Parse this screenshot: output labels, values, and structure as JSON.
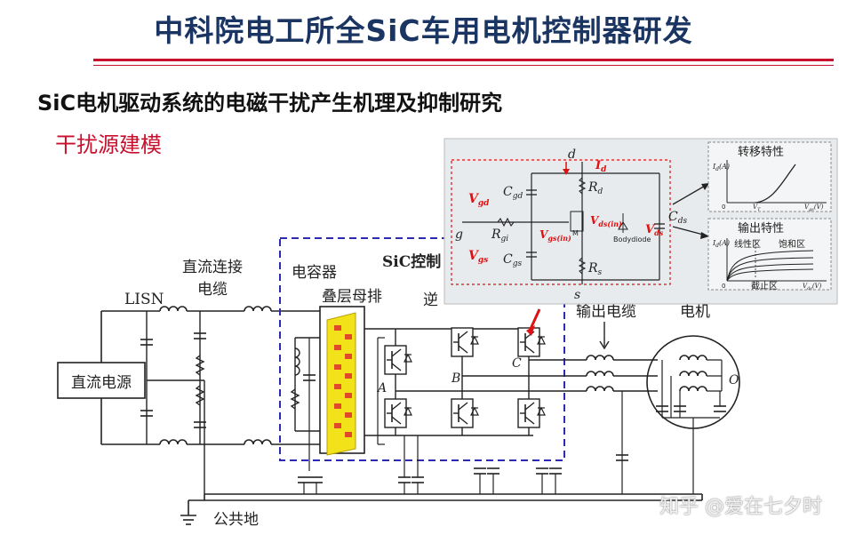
{
  "header": {
    "title": "中科院电工所全SiC车用电机控制器研发",
    "subtitle": "SiC电机驱动系统的电磁干扰产生机理及抑制研究",
    "section": "干扰源建模"
  },
  "diagram": {
    "lisn": "LISN",
    "dc_cable_line1": "直流连接",
    "dc_cable_line2": "电缆",
    "capacitor": "电容器",
    "busbar": "叠层母排",
    "sic_controller": "SiC控制",
    "inverter": "逆",
    "dc_source": "直流电源",
    "output_cable": "输出电缆",
    "motor": "电机",
    "ground": "公共地",
    "node_a": "A",
    "node_b": "B",
    "node_c": "C",
    "node_o": "O"
  },
  "inset": {
    "d": "d",
    "g": "g",
    "s": "s",
    "id": "I",
    "id_sub": "d",
    "cgd": "C",
    "cgd_sub": "gd",
    "cgs": "C",
    "cgs_sub": "gs",
    "cds": "C",
    "cds_sub": "ds",
    "rd": "R",
    "rd_sub": "d",
    "rs": "R",
    "rs_sub": "s",
    "rgi": "R",
    "rgi_sub": "gi",
    "vgd": "V",
    "vgd_sub": "gd",
    "vgs": "V",
    "vgs_sub": "gs",
    "vgsin": "V",
    "vgsin_sub": "gs(in)",
    "vdsin": "V",
    "vdsin_sub": "ds(in)",
    "vds": "V",
    "vds_sub": "ds",
    "m": "M",
    "bodydiode": "Bodydiode",
    "transfer_title": "转移特性",
    "transfer_ylabel": "I",
    "transfer_ylabel_sub": "d",
    "transfer_ylabel_unit": "(A)",
    "transfer_xlabel": "V",
    "transfer_xlabel_sub": "gs",
    "transfer_xlabel_unit": "(V)",
    "transfer_vt": "V",
    "transfer_vt_sub": "T",
    "transfer_origin": "0",
    "output_title": "输出特性",
    "output_ylabel": "I",
    "output_ylabel_sub": "d",
    "output_ylabel_unit": "(A)",
    "output_linear": "线性区",
    "output_sat": "饱和区",
    "output_cutoff": "截止区",
    "output_xlabel": "V",
    "output_xlabel_sub": "ds",
    "output_xlabel_unit": "(V)",
    "output_origin": "0"
  },
  "watermark": "知乎 @爱在七夕时",
  "colors": {
    "title": "#1b3563",
    "rule": "#c8102e",
    "section": "#c8102e",
    "dashed_box": "#2b2bb3",
    "busbar_fill": "#f2e21a",
    "busbar_tabs": "#e04a2a",
    "inset_bg": "#e8ebee",
    "inset_red": "#dd1111"
  }
}
